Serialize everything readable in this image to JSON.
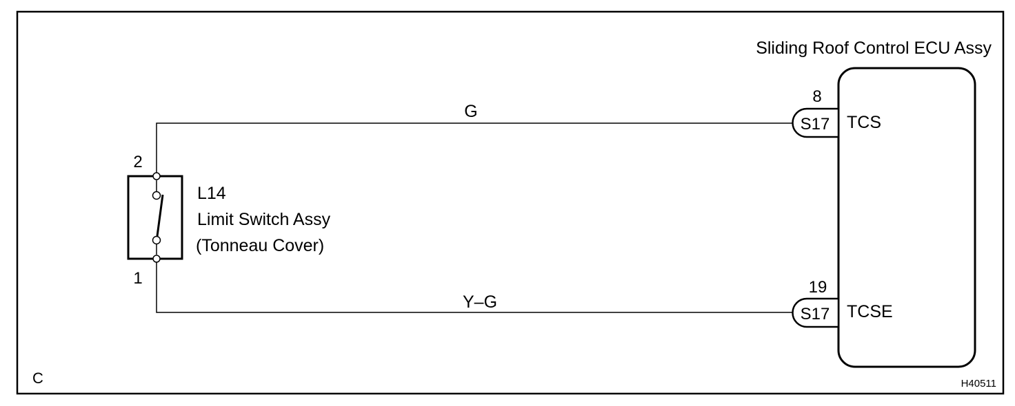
{
  "ecu": {
    "title": "Sliding Roof Control ECU Assy",
    "pins": [
      {
        "number": "8",
        "connector": "S17",
        "name": "TCS",
        "wire_color": "G"
      },
      {
        "number": "19",
        "connector": "S17",
        "name": "TCSE",
        "wire_color": "Y–G"
      }
    ]
  },
  "switch": {
    "code": "L14",
    "name": "Limit Switch Assy",
    "subtitle": "(Tonneau Cover)",
    "pin_top": "2",
    "pin_bottom": "1"
  },
  "footer": {
    "corner_label": "C",
    "figure_id": "H40511"
  },
  "colors": {
    "line": "#000000",
    "background": "#ffffff"
  }
}
